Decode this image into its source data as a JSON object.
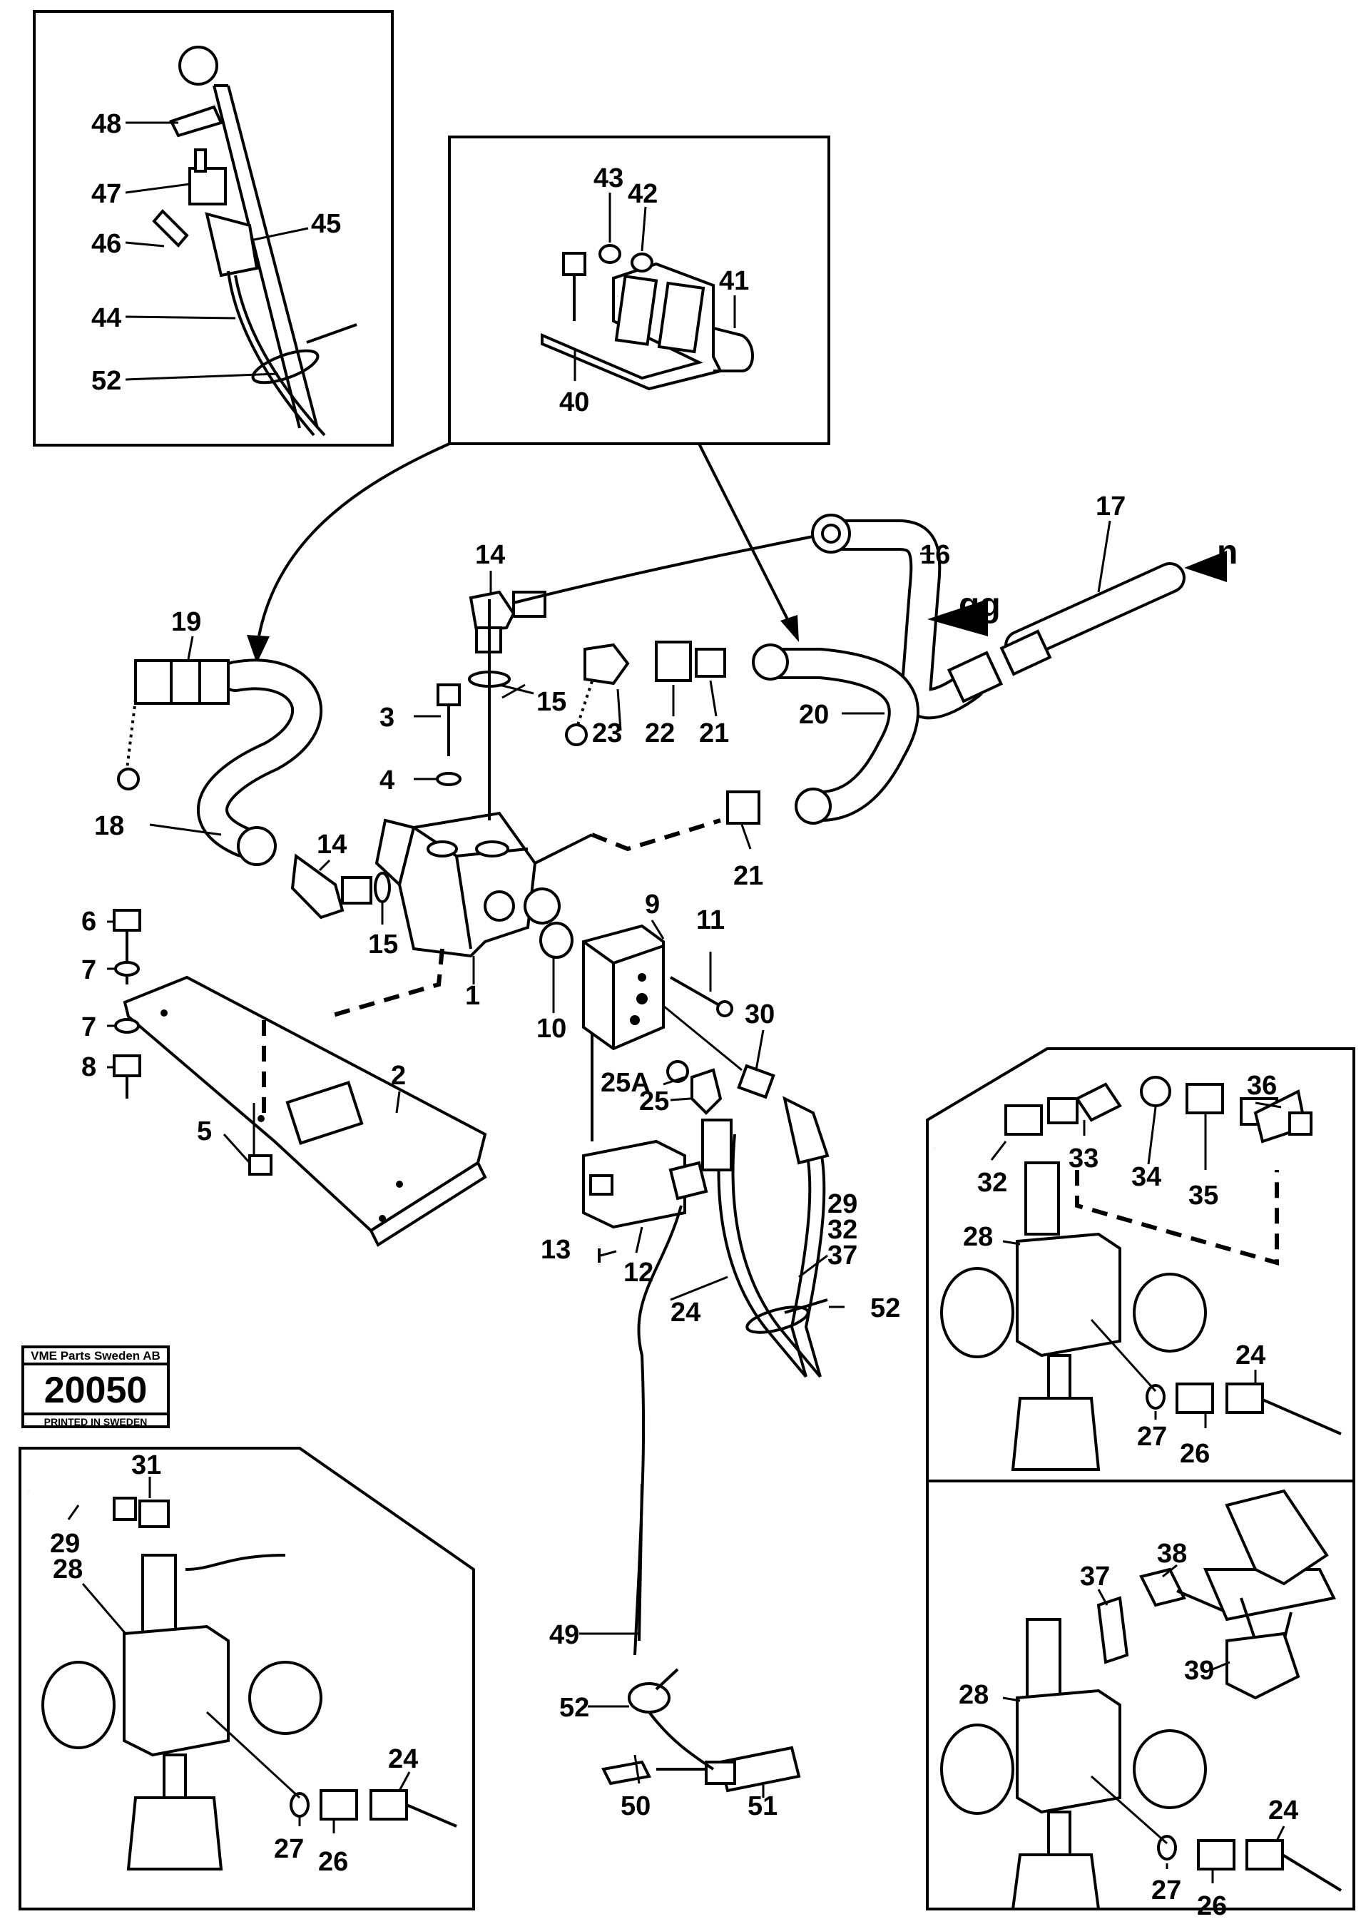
{
  "stamp": {
    "company": "VME Parts Sweden AB",
    "number": "20050",
    "printed": "PRINTED IN SWEDEN"
  },
  "labels": {
    "p1": "1",
    "p2": "2",
    "p3": "3",
    "p4": "4",
    "p5": "5",
    "p6": "6",
    "p7a": "7",
    "p7b": "7",
    "p8": "8",
    "p9": "9",
    "p10": "10",
    "p11": "11",
    "p12": "12",
    "p13": "13",
    "p14a": "14",
    "p14b": "14",
    "p15a": "15",
    "p15b": "15",
    "p16": "16",
    "p17": "17",
    "p18": "18",
    "p19": "19",
    "p20": "20",
    "p21a": "21",
    "p21b": "21",
    "p22": "22",
    "p23": "23",
    "p24a": "24",
    "p24b": "24",
    "p24c": "24",
    "p24d": "24",
    "p25": "25",
    "p25a": "25A",
    "p26a": "26",
    "p26b": "26",
    "p26c": "26",
    "p27a": "27",
    "p27b": "27",
    "p27c": "27",
    "p28a": "28",
    "p28b": "28",
    "p28c": "28",
    "p29a": "29",
    "p29b": "29",
    "p30": "30",
    "p31": "31",
    "p32a": "32",
    "p32b": "32",
    "p33": "33",
    "p34": "34",
    "p35": "35",
    "p36": "36",
    "p37a": "37",
    "p37b": "37",
    "p38": "38",
    "p39": "39",
    "p40": "40",
    "p41": "41",
    "p42": "42",
    "p43": "43",
    "p44": "44",
    "p45": "45",
    "p46": "46",
    "p47": "47",
    "p48": "48",
    "p49": "49",
    "p50": "50",
    "p51": "51",
    "p52a": "52",
    "p52b": "52",
    "p52c": "52",
    "gg": "gg",
    "n": "n"
  }
}
